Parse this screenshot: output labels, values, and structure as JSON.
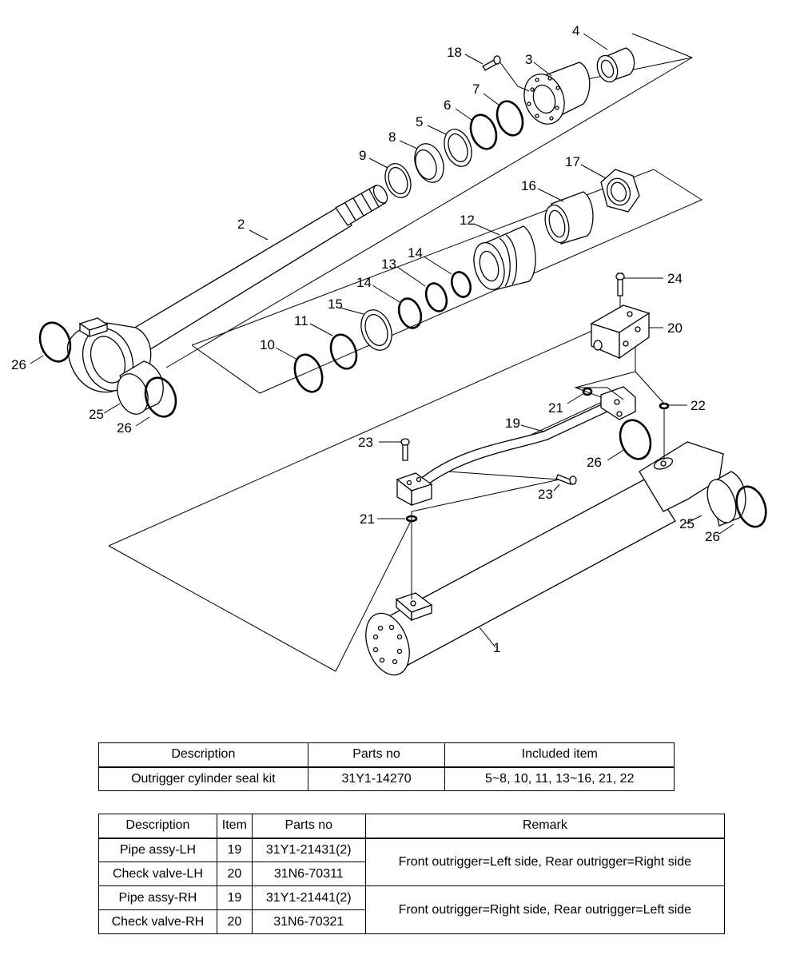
{
  "callouts": [
    {
      "id": "1",
      "label": "1"
    },
    {
      "id": "2",
      "label": "2"
    },
    {
      "id": "3",
      "label": "3"
    },
    {
      "id": "4",
      "label": "4"
    },
    {
      "id": "5",
      "label": "5"
    },
    {
      "id": "6",
      "label": "6"
    },
    {
      "id": "7",
      "label": "7"
    },
    {
      "id": "8",
      "label": "8"
    },
    {
      "id": "9",
      "label": "9"
    },
    {
      "id": "10",
      "label": "10"
    },
    {
      "id": "11",
      "label": "11"
    },
    {
      "id": "12",
      "label": "12"
    },
    {
      "id": "13",
      "label": "13"
    },
    {
      "id": "14a",
      "label": "14"
    },
    {
      "id": "14b",
      "label": "14"
    },
    {
      "id": "15",
      "label": "15"
    },
    {
      "id": "16",
      "label": "16"
    },
    {
      "id": "17",
      "label": "17"
    },
    {
      "id": "18",
      "label": "18"
    },
    {
      "id": "19",
      "label": "19"
    },
    {
      "id": "20",
      "label": "20"
    },
    {
      "id": "21a",
      "label": "21"
    },
    {
      "id": "21b",
      "label": "21"
    },
    {
      "id": "22",
      "label": "22"
    },
    {
      "id": "23a",
      "label": "23"
    },
    {
      "id": "23b",
      "label": "23"
    },
    {
      "id": "24",
      "label": "24"
    },
    {
      "id": "25a",
      "label": "25"
    },
    {
      "id": "25b",
      "label": "25"
    },
    {
      "id": "26a",
      "label": "26"
    },
    {
      "id": "26b",
      "label": "26"
    },
    {
      "id": "26c",
      "label": "26"
    },
    {
      "id": "26d",
      "label": "26"
    }
  ],
  "kit_table": {
    "headers": [
      "Description",
      "Parts no",
      "Included item"
    ],
    "rows": [
      [
        "Outrigger cylinder seal kit",
        "31Y1-14270",
        "5~8, 10, 11, 13~16, 21, 22"
      ]
    ]
  },
  "item_table": {
    "headers": [
      "Description",
      "Item",
      "Parts no",
      "Remark"
    ],
    "rows": [
      {
        "description": "Pipe assy-LH",
        "item": "19",
        "parts_no": "31Y1-21431(2)"
      },
      {
        "description": "Check valve-LH",
        "item": "20",
        "parts_no": "31N6-70311"
      },
      {
        "description": "Pipe assy-RH",
        "item": "19",
        "parts_no": "31Y1-21441(2)"
      },
      {
        "description": "Check valve-RH",
        "item": "20",
        "parts_no": "31N6-70321"
      }
    ],
    "remarks": [
      "Front outrigger=Left side, Rear outrigger=Right side",
      "Front outrigger=Right side, Rear outrigger=Left side"
    ]
  }
}
